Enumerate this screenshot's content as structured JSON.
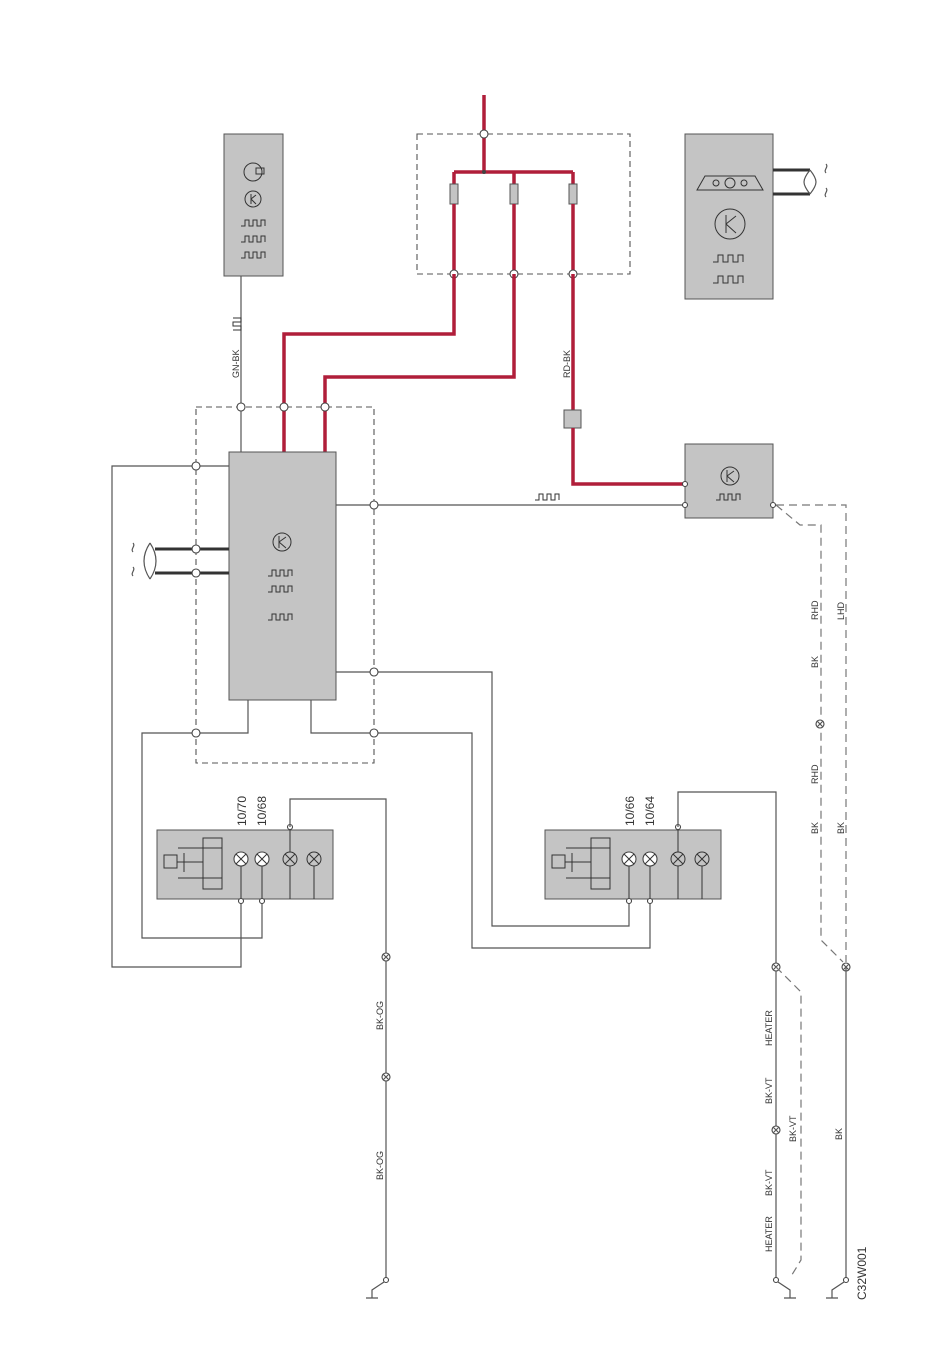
{
  "diagram_id": "C32W001",
  "wire_labels": {
    "gn_bk": "GN-BK",
    "rd_bk": "RD-BK",
    "rhd_1": "RHD",
    "lhd": "LHD",
    "bk_1": "BK",
    "rhd_2": "RHD",
    "bk_2": "BK",
    "bk_3": "BK",
    "bk_og_1": "BK-OG",
    "bk_og_2": "BK-OG",
    "heater_1": "HEATER",
    "bk_vt_1": "BK-VT",
    "bk_vt_2": "BK-VT",
    "bk_vt_3": "BK-VT",
    "heater_2": "HEATER",
    "bk_4": "BK"
  },
  "pin_labels": {
    "p1070": "10/70",
    "p1068": "10/68",
    "p1066": "10/66",
    "p1064": "10/64"
  },
  "colors": {
    "power_wire": "#b01e3a",
    "module_fill": "#c4c4c4",
    "wire": "#555555"
  }
}
